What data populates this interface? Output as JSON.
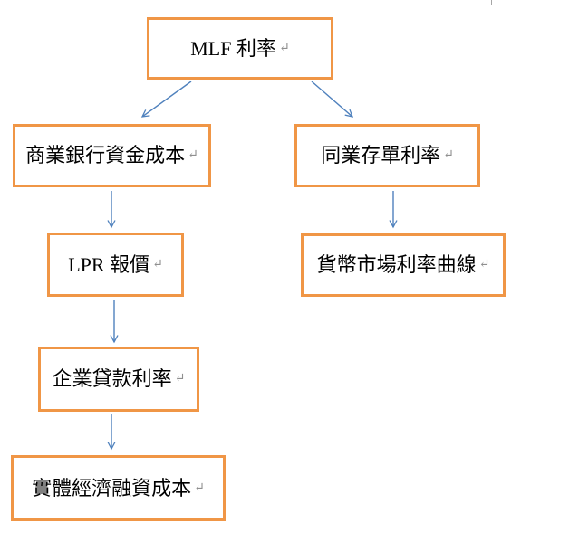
{
  "diagram": {
    "paragraph_mark": "↵",
    "nodes": [
      {
        "id": "mlf",
        "label": "MLF 利率"
      },
      {
        "id": "bank-cost",
        "label": "商業銀行資金成本"
      },
      {
        "id": "ncd-rate",
        "label": "同業存單利率"
      },
      {
        "id": "lpr",
        "label": "LPR 報價"
      },
      {
        "id": "money-curve",
        "label": "貨幣市場利率曲線"
      },
      {
        "id": "loan-rate",
        "label": "企業貸款利率"
      },
      {
        "id": "economy-cost",
        "label": "實體經濟融資成本"
      }
    ],
    "edges": [
      {
        "from": "mlf",
        "to": "bank-cost"
      },
      {
        "from": "mlf",
        "to": "ncd-rate"
      },
      {
        "from": "bank-cost",
        "to": "lpr"
      },
      {
        "from": "ncd-rate",
        "to": "money-curve"
      },
      {
        "from": "lpr",
        "to": "loan-rate"
      },
      {
        "from": "loan-rate",
        "to": "economy-cost"
      }
    ],
    "colors": {
      "box_border": "#F09646",
      "arrow": "#4F81BD",
      "text": "#000000",
      "mark": "#8f8f8f",
      "corner_mark": "#a6a6a6"
    }
  }
}
